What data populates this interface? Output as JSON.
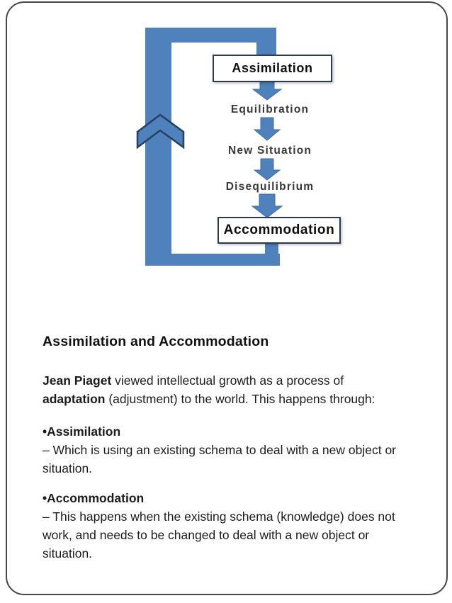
{
  "slide": {
    "heading": "Assimilation and Accommodation",
    "intro_lines": [
      {
        "bold": "Jean Piaget",
        "rest": " viewed intellectual growth as a process of"
      },
      {
        "bold": "adaptation",
        "rest": " (adjustment) to the world. This happens through:"
      }
    ],
    "bullets": [
      {
        "term": "•Assimilation",
        "lines": [
          "– Which is using an existing schema to deal with a new object or",
          "situation."
        ]
      },
      {
        "term": "•Accommodation",
        "lines": [
          "– This happens when the existing schema (knowledge) does not",
          "work, and needs to be changed to deal with a new object or",
          "situation."
        ]
      }
    ]
  },
  "diagram": {
    "nodes": [
      {
        "label": "Assimilation",
        "kind": "box"
      },
      {
        "label": "Equilibration",
        "kind": "text"
      },
      {
        "label": "New Situation",
        "kind": "text"
      },
      {
        "label": "Disequilibrium",
        "kind": "text"
      },
      {
        "label": "Accommodation",
        "kind": "box"
      }
    ],
    "colors": {
      "loop_blue": "#4f81bd",
      "outline_navy": "#24415e",
      "arrow_edge": "#3c6da8",
      "box_border": "#2b3b52"
    }
  }
}
